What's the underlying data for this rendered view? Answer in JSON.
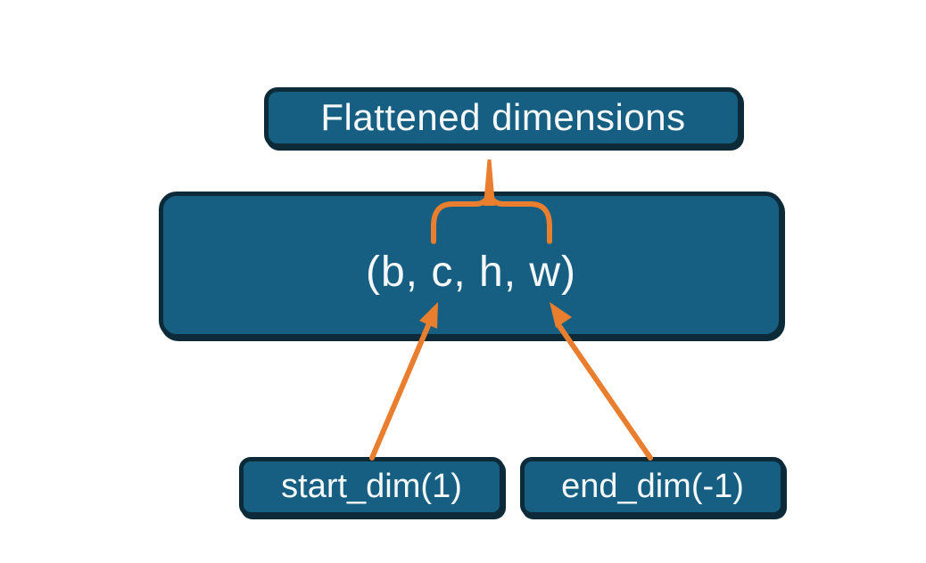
{
  "diagram": {
    "top_box_label": "Flattened dimensions",
    "tensor_shape_label": "(b, c, h, w)",
    "start_dim_label": "start_dim(1)",
    "end_dim_label": "end_dim(-1)",
    "connectors": {
      "brace": "brace-from-tensor-dims-to-flattened-label",
      "arrows": [
        "start-dim-arrow-to-dim-b-c-gap",
        "end-dim-arrow-to-dim-h-w-gap"
      ]
    },
    "colors": {
      "box_fill": "#175f82",
      "box_border": "#0d2a39",
      "connector_orange": "#e87e2e",
      "label_text": "#f5f8f9",
      "background": "#ffffff"
    }
  }
}
